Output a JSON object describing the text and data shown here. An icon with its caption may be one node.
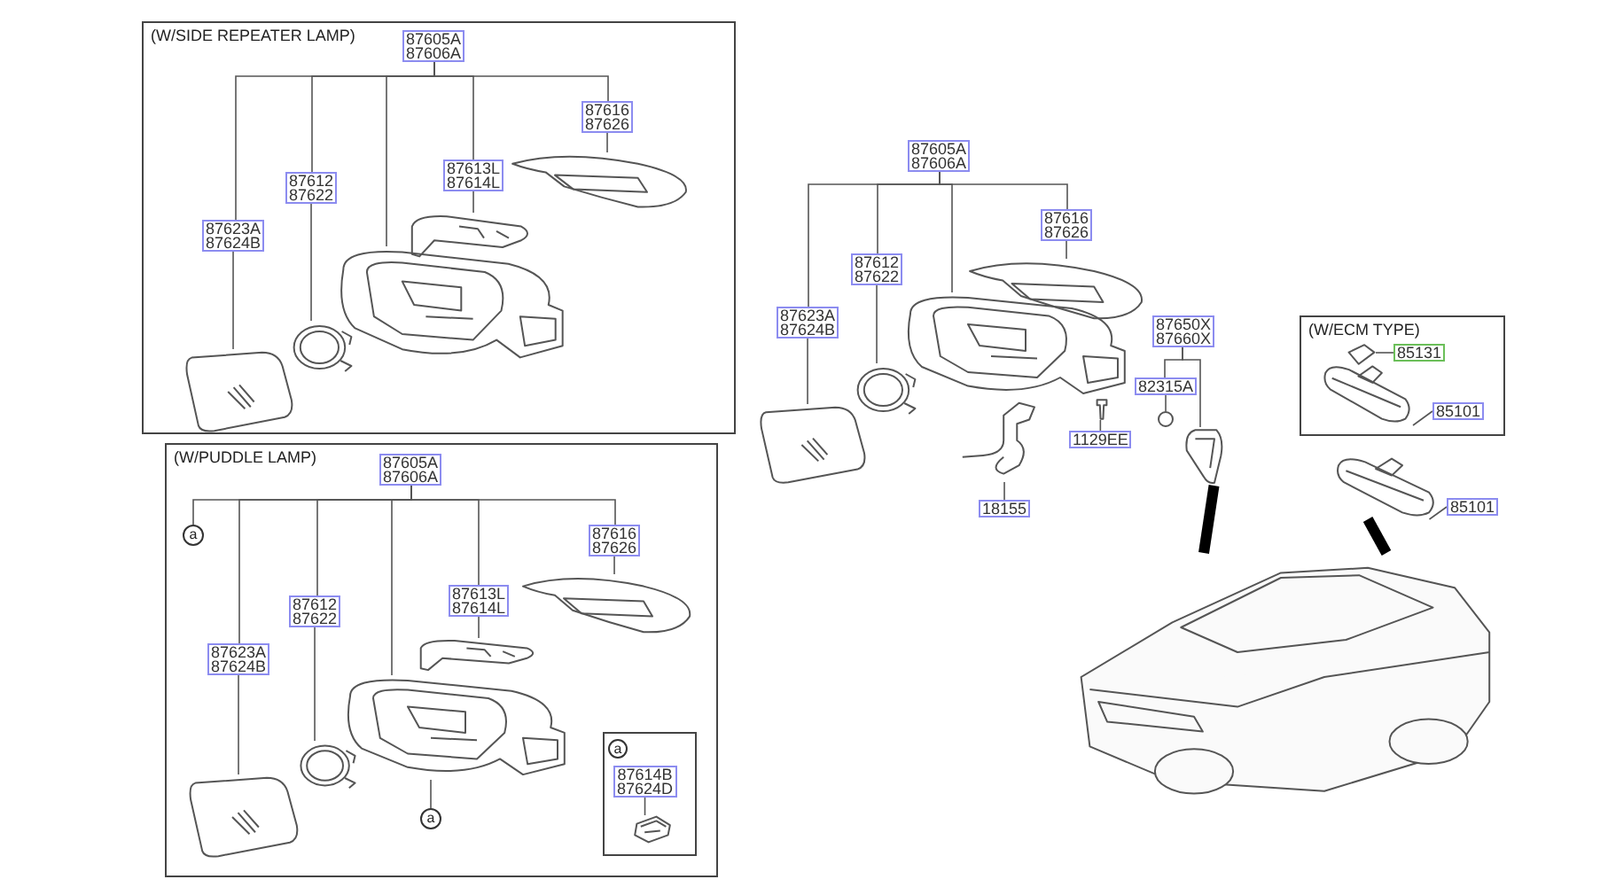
{
  "diagram": {
    "nodes": [
      {
        "text": [
          "(W/SIDE REPEATER LAMP)"
        ]
      },
      {
        "text": [
          "87605A 87606A"
        ],
        "in": 0
      },
      {
        "text": [
          "87623A 87624B"
        ],
        "in": 0
      },
      {
        "text": [
          "87612 87622"
        ],
        "in": 0
      },
      {
        "text": [
          "87613L 87614L"
        ],
        "in": 0
      },
      {
        "text": [
          "87616 87626"
        ],
        "in": 0
      },
      {
        "text": [],
        "shape": "picture",
        "in": 0
      },
      {
        "text": [],
        "shape": "picture",
        "in": 0
      },
      {
        "text": [],
        "shape": "picture",
        "in": 0
      },
      {
        "text": [],
        "shape": "picture",
        "in": 0
      },
      {
        "text": [],
        "shape": "picture",
        "in": 0
      },
      {
        "text": [
          "(W/PUDDLE LAMP)"
        ]
      },
      {
        "text": [
          "87605A 87606A"
        ],
        "in": 11
      },
      {
        "text": [
          "a"
        ],
        "in": 11
      },
      {
        "text": [
          "87623A 87624B"
        ],
        "in": 11
      },
      {
        "text": [
          "87612 87622"
        ],
        "in": 11
      },
      {
        "text": [
          "87613L 87614L"
        ],
        "in": 11
      },
      {
        "text": [
          "87616 87626"
        ],
        "in": 11
      },
      {
        "text": [],
        "shape": "picture",
        "in": 11
      },
      {
        "text": [],
        "shape": "picture",
        "in": 11
      },
      {
        "text": [],
        "shape": "picture",
        "in": 11
      },
      {
        "text": [],
        "shape": "picture",
        "in": 11
      },
      {
        "text": [],
        "shape": "picture",
        "in": 11
      },
      {
        "text": [
          "a"
        ],
        "in": 11
      },
      {
        "text": [],
        "shape": "box",
        "in": 11
      },
      {
        "text": [
          "a"
        ],
        "in": 24
      },
      {
        "text": [
          "87614B 87624D"
        ],
        "in": 24
      },
      {
        "text": [],
        "shape": "picture",
        "in": 24
      },
      {
        "text": [
          "87605A 87606A"
        ]
      },
      {
        "text": [
          "87623A 87624B"
        ]
      },
      {
        "text": [
          "87612 87622"
        ]
      },
      {
        "text": [
          "87616 87626"
        ]
      },
      {
        "text": [],
        "shape": "picture"
      },
      {
        "text": [],
        "shape": "picture"
      },
      {
        "text": [],
        "shape": "picture"
      },
      {
        "text": [],
        "shape": "picture"
      },
      {
        "text": [
          "87650X 87660X"
        ]
      },
      {
        "text": [
          "82315A"
        ]
      },
      {
        "text": [
          "1129EE"
        ]
      },
      {
        "text": [
          "18155"
        ]
      },
      {
        "text": [],
        "shape": "picture"
      },
      {
        "text": [],
        "shape": "picture"
      },
      {
        "text": [],
        "shape": "circle"
      },
      {
        "text": [],
        "shape": "picture"
      },
      {
        "text": [
          "(W/ECM TYPE)"
        ]
      },
      {
        "text": [
          "85131"
        ],
        "in": 44
      },
      {
        "text": [
          "85101"
        ],
        "in": 44
      },
      {
        "text": [],
        "shape": "picture",
        "in": 44
      },
      {
        "text": [],
        "shape": "picture",
        "in": 44
      },
      {
        "text": [
          "85101"
        ]
      },
      {
        "text": [],
        "shape": "picture"
      },
      {
        "text": [],
        "shape": "picture"
      }
    ],
    "edges": [
      {
        "from": 1,
        "to": 2,
        "arrow": "none"
      },
      {
        "from": 1,
        "to": 3,
        "arrow": "none"
      },
      {
        "from": 1,
        "to": 8,
        "arrow": "none"
      },
      {
        "from": 1,
        "to": 4,
        "arrow": "none"
      },
      {
        "from": 1,
        "to": 5,
        "arrow": "none"
      },
      {
        "from": 2,
        "to": 6,
        "arrow": "none"
      },
      {
        "from": 3,
        "to": 7,
        "arrow": "none"
      },
      {
        "from": 4,
        "to": 9,
        "arrow": "none"
      },
      {
        "from": 5,
        "to": 10,
        "arrow": "none"
      },
      {
        "from": 12,
        "to": 13,
        "arrow": "none"
      },
      {
        "from": 12,
        "to": 14,
        "arrow": "none"
      },
      {
        "from": 12,
        "to": 15,
        "arrow": "none"
      },
      {
        "from": 12,
        "to": 20,
        "arrow": "none"
      },
      {
        "from": 12,
        "to": 16,
        "arrow": "none"
      },
      {
        "from": 12,
        "to": 17,
        "arrow": "none"
      },
      {
        "from": 14,
        "to": 18,
        "arrow": "none"
      },
      {
        "from": 15,
        "to": 19,
        "arrow": "none"
      },
      {
        "from": 16,
        "to": 21,
        "arrow": "none"
      },
      {
        "from": 17,
        "to": 22,
        "arrow": "none"
      },
      {
        "from": 20,
        "to": 23,
        "arrow": "none"
      },
      {
        "from": 26,
        "to": 27,
        "arrow": "none"
      },
      {
        "from": 28,
        "to": 29,
        "arrow": "none"
      },
      {
        "from": 28,
        "to": 30,
        "arrow": "none"
      },
      {
        "from": 28,
        "to": 34,
        "arrow": "none"
      },
      {
        "from": 28,
        "to": 31,
        "arrow": "none"
      },
      {
        "from": 29,
        "to": 32,
        "arrow": "none"
      },
      {
        "from": 30,
        "to": 33,
        "arrow": "none"
      },
      {
        "from": 31,
        "to": 35,
        "arrow": "none"
      },
      {
        "from": 36,
        "to": 37,
        "arrow": "none"
      },
      {
        "from": 36,
        "to": 43,
        "arrow": "none"
      },
      {
        "from": 37,
        "to": 42,
        "arrow": "none"
      },
      {
        "from": 38,
        "to": 41,
        "arrow": "none"
      },
      {
        "from": 39,
        "to": 40,
        "arrow": "none"
      },
      {
        "from": 45,
        "to": 48,
        "arrow": "none"
      },
      {
        "from": 46,
        "to": 47,
        "arrow": "none"
      },
      {
        "from": 49,
        "to": 50,
        "arrow": "none"
      },
      {
        "from": 43,
        "to": 51,
        "arrow": "none",
        "style": "thick",
        "color": "#000000"
      },
      {
        "from": 50,
        "to": 51,
        "arrow": "none",
        "style": "thick",
        "color": "#000000"
      }
    ]
  }
}
